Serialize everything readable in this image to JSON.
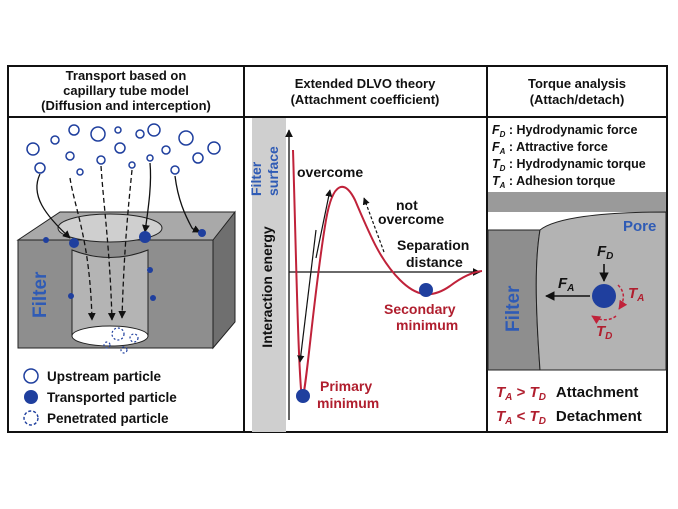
{
  "colors": {
    "particle_blue": "#1f3f9e",
    "curve_red": "#c0223a",
    "label_red": "#b01e2e",
    "filter_gray": "#8e8e8e",
    "pore_blue": "#2f5bb5"
  },
  "panel1": {
    "title_line1": "Transport based on",
    "title_line2": "capillary tube model",
    "title_line3": "(Diffusion and interception)",
    "filter_label": "Filter",
    "legend": [
      {
        "icon": "open-circle-icon",
        "label": "Upstream particle"
      },
      {
        "icon": "filled-circle-icon",
        "label": "Transported particle"
      },
      {
        "icon": "dashed-circle-icon",
        "label": "Penetrated particle"
      }
    ]
  },
  "panel2": {
    "title_line1": "Extended DLVO theory",
    "title_line2": "(Attachment coefficient)",
    "filter_surface_line1": "Filter",
    "filter_surface_line2": "surface",
    "y_axis_label": "Interaction energy",
    "x_axis_label_line1": "Separation",
    "x_axis_label_line2": "distance",
    "overcome": "overcome",
    "not_overcome_line1": "not",
    "not_overcome_line2": "overcome",
    "secondary_line1": "Secondary",
    "secondary_line2": "minimum",
    "primary_line1": "Primary",
    "primary_line2": "minimum"
  },
  "panel3": {
    "title_line1": "Torque analysis",
    "title_line2": "(Attach/detach)",
    "definitions": [
      {
        "sym": "F",
        "sub": "D",
        "text": " : Hydrodynamic force"
      },
      {
        "sym": "F",
        "sub": "A",
        "text": " : Attractive force"
      },
      {
        "sym": "T",
        "sub": "D",
        "text": " : Hydrodynamic torque"
      },
      {
        "sym": "T",
        "sub": "A",
        "text": " : Adhesion torque"
      }
    ],
    "pore_label": "Pore",
    "filter_label": "Filter",
    "fd_sym": "F",
    "fd_sub": "D",
    "fa_sym": "F",
    "fa_sub": "A",
    "ta_sym": "T",
    "ta_sub": "A",
    "td_sym": "T",
    "td_sub": "D",
    "rule1": {
      "lhs": "T",
      "lhs_sub": "A",
      "op": " > ",
      "rhs": "T",
      "rhs_sub": "D",
      "result": "Attachment"
    },
    "rule2": {
      "lhs": "T",
      "lhs_sub": "A",
      "op": " < ",
      "rhs": "T",
      "rhs_sub": "D",
      "result": "Detachment"
    }
  }
}
